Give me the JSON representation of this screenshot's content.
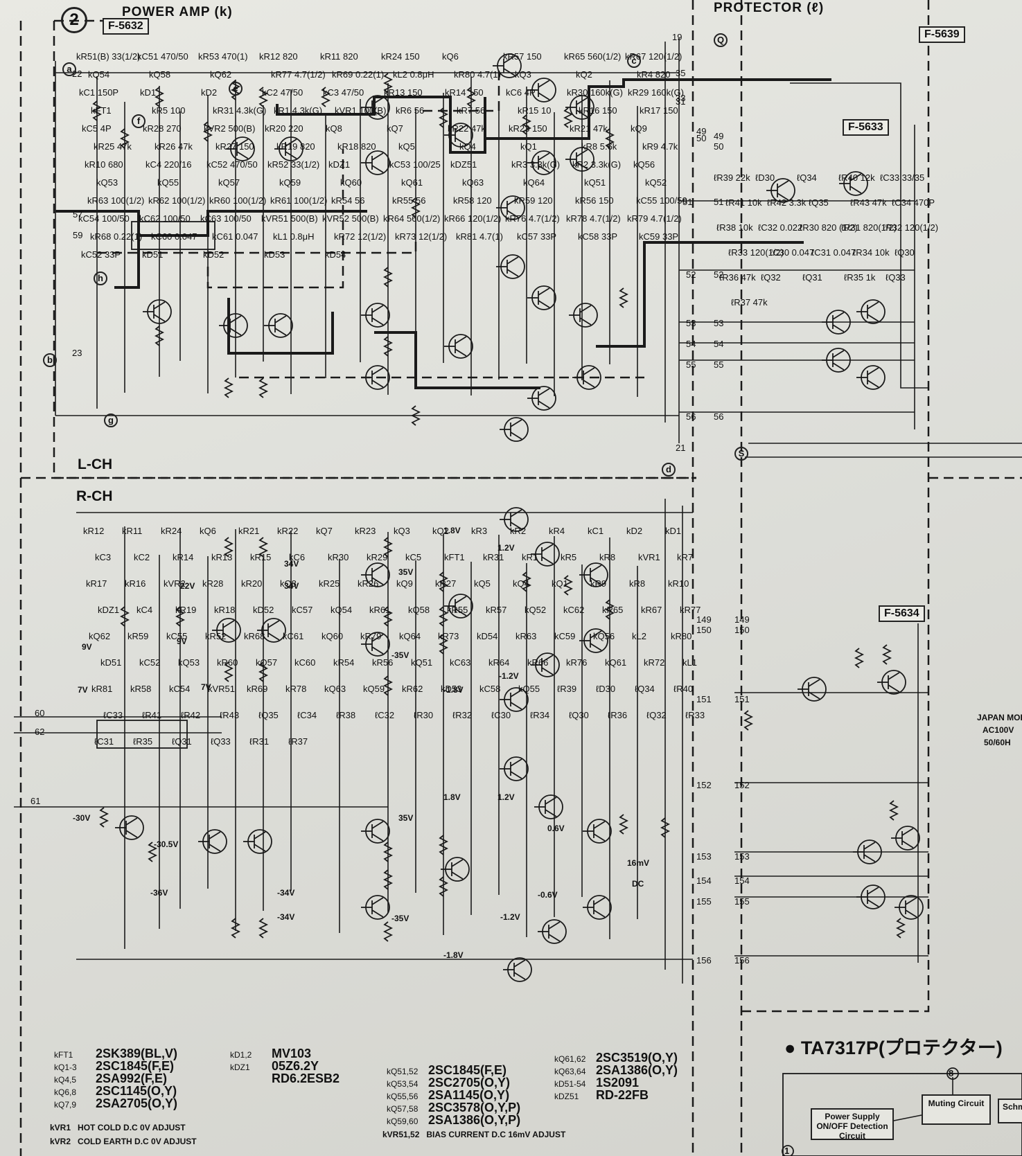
{
  "page_number": "2",
  "titles": {
    "power_amp": "POWER AMP (k)",
    "protector": "PROTECTOR (ℓ)",
    "left_channel": "L-CH",
    "right_channel": "R-CH"
  },
  "boards": {
    "power_amp_board": "F-5632",
    "protector_board_top": "F-5633",
    "protector_board_bottom": "F-5634",
    "right_board": "F-5639"
  },
  "top_part_labels": [
    {
      "t": "kR51(B) 33(1/2)"
    },
    {
      "t": "kC51 470/50"
    },
    {
      "t": "kR53 470(1)"
    },
    {
      "t": "kR12 820"
    },
    {
      "t": "kR11 820"
    },
    {
      "t": "kR24 150"
    },
    {
      "t": "kQ6"
    },
    {
      "t": "kR57 150"
    },
    {
      "t": "kR65 560(1/2)"
    },
    {
      "t": "kR67 120(1/2)"
    },
    {
      "t": "kQ54"
    },
    {
      "t": "kQ58"
    },
    {
      "t": "kQ62"
    },
    {
      "t": "kR77 4.7(1/2)"
    },
    {
      "t": "kR69 0.22(1)"
    },
    {
      "t": "kL2 0.8μH"
    },
    {
      "t": "kR80 4.7(1)"
    },
    {
      "t": "kQ3"
    },
    {
      "t": "kQ2"
    },
    {
      "t": "kR4 820"
    },
    {
      "t": "kC1 150P"
    },
    {
      "t": "kD1"
    },
    {
      "t": "kD2"
    },
    {
      "t": "kC2 47/50"
    },
    {
      "t": "kC3 47/50"
    },
    {
      "t": "kR13 150"
    },
    {
      "t": "kR14 150"
    },
    {
      "t": "kC6 4P"
    },
    {
      "t": "kR30 160k(G)"
    },
    {
      "t": "kR29 160k(G)"
    },
    {
      "t": "kFT1"
    },
    {
      "t": "kR5 100"
    },
    {
      "t": "kR31 4.3k(G)"
    },
    {
      "t": "kR1 4.3k(G)"
    },
    {
      "t": "kVR1 100(B)"
    },
    {
      "t": "kR6 56"
    },
    {
      "t": "kR7 56"
    },
    {
      "t": "kR15 10"
    },
    {
      "t": "kR16 150"
    },
    {
      "t": "kR17 150"
    },
    {
      "t": "kC5 4P"
    },
    {
      "t": "kR28 270"
    },
    {
      "t": "kVR2 500(B)"
    },
    {
      "t": "kR20 220"
    },
    {
      "t": "kQ8"
    },
    {
      "t": "kQ7"
    },
    {
      "t": "kR22 47k"
    },
    {
      "t": "kR23 150"
    },
    {
      "t": "kR21 47k"
    },
    {
      "t": "kQ9"
    },
    {
      "t": "kR25 47k"
    },
    {
      "t": "kR26 47k"
    },
    {
      "t": "kR27 150"
    },
    {
      "t": "kR19 820"
    },
    {
      "t": "kR18 820"
    },
    {
      "t": "kQ5"
    },
    {
      "t": "kQ4"
    },
    {
      "t": "kQ1"
    },
    {
      "t": "kR8 5.6k"
    },
    {
      "t": "kR9 4.7k"
    },
    {
      "t": "kR10 680"
    },
    {
      "t": "kC4 220/16"
    },
    {
      "t": "kC52 470/50"
    },
    {
      "t": "kR52 33(1/2)"
    },
    {
      "t": "kDZ1"
    },
    {
      "t": "kC53 100/25"
    },
    {
      "t": "kDZ51"
    },
    {
      "t": "kR3 3.3k(G)"
    },
    {
      "t": "kR2 3.3k(G)"
    },
    {
      "t": "kQ56"
    },
    {
      "t": "kQ53"
    },
    {
      "t": "kQ55"
    },
    {
      "t": "kQ57"
    },
    {
      "t": "kQ59"
    },
    {
      "t": "kQ60"
    },
    {
      "t": "kQ61"
    },
    {
      "t": "kQ63"
    },
    {
      "t": "kQ64"
    },
    {
      "t": "kQ51"
    },
    {
      "t": "kQ52"
    },
    {
      "t": "kR63 100(1/2)"
    },
    {
      "t": "kR62 100(1/2)"
    },
    {
      "t": "kR60 100(1/2)"
    },
    {
      "t": "kR61 100(1/2)"
    },
    {
      "t": "kR54 56"
    },
    {
      "t": "kR55 56"
    },
    {
      "t": "kR58 120"
    },
    {
      "t": "kR59 120"
    },
    {
      "t": "kR56 150"
    },
    {
      "t": "kC55 100/50"
    },
    {
      "t": "kC54 100/50"
    },
    {
      "t": "kC62 100/50"
    },
    {
      "t": "kC63 100/50"
    },
    {
      "t": "kVR51 500(B)"
    },
    {
      "t": "kVR52 500(B)"
    },
    {
      "t": "kR64 560(1/2)"
    },
    {
      "t": "kR66 120(1/2)"
    },
    {
      "t": "kR76 4.7(1/2)"
    },
    {
      "t": "kR78 4.7(1/2)"
    },
    {
      "t": "kR79 4.7(1/2)"
    },
    {
      "t": "kR68 0.22(1)"
    },
    {
      "t": "kC60 0.047"
    },
    {
      "t": "kC61 0.047"
    },
    {
      "t": "kL1 0.8μH"
    },
    {
      "t": "kR72 12(1/2)"
    },
    {
      "t": "kR73 12(1/2)"
    },
    {
      "t": "kR81 4.7(1)"
    },
    {
      "t": "kC57 33P"
    },
    {
      "t": "kC58 33P"
    },
    {
      "t": "kC59 33P"
    },
    {
      "t": "kC52 33P"
    },
    {
      "t": "kD51"
    },
    {
      "t": "kD52"
    },
    {
      "t": "kD53"
    },
    {
      "t": "kD54"
    }
  ],
  "protector_labels": [
    {
      "t": "ℓR39 22k"
    },
    {
      "t": "ℓD30"
    },
    {
      "t": "ℓQ34"
    },
    {
      "t": "ℓR40 12k"
    },
    {
      "t": "ℓC33 33/35"
    },
    {
      "t": "ℓR41 10k"
    },
    {
      "t": "ℓR42 3.3k"
    },
    {
      "t": "ℓQ35"
    },
    {
      "t": "ℓR43 47k"
    },
    {
      "t": "ℓC34 470P"
    },
    {
      "t": "ℓR38 10k"
    },
    {
      "t": "ℓC32 0.022"
    },
    {
      "t": "ℓR30 820 (1/2)"
    },
    {
      "t": "ℓR31 820(1/2)"
    },
    {
      "t": "ℓR32 120(1/2)"
    },
    {
      "t": "ℓR33 120(1/2)"
    },
    {
      "t": "ℓC30 0.047"
    },
    {
      "t": "ℓC31 0.047"
    },
    {
      "t": "ℓR34 10k"
    },
    {
      "t": "ℓQ30"
    },
    {
      "t": "ℓR36 47k"
    },
    {
      "t": "ℓQ32"
    },
    {
      "t": "ℓQ31"
    },
    {
      "t": "ℓR35 1k"
    },
    {
      "t": "ℓQ33"
    },
    {
      "t": "ℓR37 47k"
    }
  ],
  "bottom_part_labels": [
    {
      "t": "kR12"
    },
    {
      "t": "kR11"
    },
    {
      "t": "kR24"
    },
    {
      "t": "kQ6"
    },
    {
      "t": "kR21"
    },
    {
      "t": "kR22"
    },
    {
      "t": "kQ7"
    },
    {
      "t": "kR23"
    },
    {
      "t": "kQ3"
    },
    {
      "t": "kQ2"
    },
    {
      "t": "kR3"
    },
    {
      "t": "kR2"
    },
    {
      "t": "kR4"
    },
    {
      "t": "kC1"
    },
    {
      "t": "kD2"
    },
    {
      "t": "kD1"
    },
    {
      "t": "kC3"
    },
    {
      "t": "kC2"
    },
    {
      "t": "kR14"
    },
    {
      "t": "kR13"
    },
    {
      "t": "kR15"
    },
    {
      "t": "kC6"
    },
    {
      "t": "kR30"
    },
    {
      "t": "kR29"
    },
    {
      "t": "kC5"
    },
    {
      "t": "kFT1"
    },
    {
      "t": "kR31"
    },
    {
      "t": "kR1"
    },
    {
      "t": "kR5"
    },
    {
      "t": "kR8"
    },
    {
      "t": "kVR1"
    },
    {
      "t": "kR7"
    },
    {
      "t": "kR17"
    },
    {
      "t": "kR16"
    },
    {
      "t": "kVR2"
    },
    {
      "t": "kR28"
    },
    {
      "t": "kR20"
    },
    {
      "t": "kQ8"
    },
    {
      "t": "kR25"
    },
    {
      "t": "kR26"
    },
    {
      "t": "kQ9"
    },
    {
      "t": "kR27"
    },
    {
      "t": "kQ5"
    },
    {
      "t": "kQ4"
    },
    {
      "t": "kQ1"
    },
    {
      "t": "kR9"
    },
    {
      "t": "kR8"
    },
    {
      "t": "kR10"
    },
    {
      "t": "kDZ1"
    },
    {
      "t": "kC4"
    },
    {
      "t": "kR19"
    },
    {
      "t": "kR18"
    },
    {
      "t": "kD52"
    },
    {
      "t": "kC57"
    },
    {
      "t": "kQ54"
    },
    {
      "t": "kR61"
    },
    {
      "t": "kQ58"
    },
    {
      "t": "kR55"
    },
    {
      "t": "kR57"
    },
    {
      "t": "kQ52"
    },
    {
      "t": "kC62"
    },
    {
      "t": "kR65"
    },
    {
      "t": "kR67"
    },
    {
      "t": "kR77"
    },
    {
      "t": "kQ62"
    },
    {
      "t": "kR59"
    },
    {
      "t": "kC55"
    },
    {
      "t": "kR52"
    },
    {
      "t": "kR68"
    },
    {
      "t": "kC61"
    },
    {
      "t": "kQ60"
    },
    {
      "t": "kR79"
    },
    {
      "t": "kQ64"
    },
    {
      "t": "kR73"
    },
    {
      "t": "kD54"
    },
    {
      "t": "kR63"
    },
    {
      "t": "kC59"
    },
    {
      "t": "kQ56"
    },
    {
      "t": "kL2"
    },
    {
      "t": "kR80"
    },
    {
      "t": "kD51"
    },
    {
      "t": "kC52"
    },
    {
      "t": "kQ53"
    },
    {
      "t": "kR60"
    },
    {
      "t": "kQ57"
    },
    {
      "t": "kC60"
    },
    {
      "t": "kR54"
    },
    {
      "t": "kR56"
    },
    {
      "t": "kQ51"
    },
    {
      "t": "kC63"
    },
    {
      "t": "kR64"
    },
    {
      "t": "kR66"
    },
    {
      "t": "kR76"
    },
    {
      "t": "kQ61"
    },
    {
      "t": "kR72"
    },
    {
      "t": "kL1"
    },
    {
      "t": "kR81"
    },
    {
      "t": "kR58"
    },
    {
      "t": "kC54"
    },
    {
      "t": "kVR51"
    },
    {
      "t": "kR69"
    },
    {
      "t": "kR78"
    },
    {
      "t": "kQ63"
    },
    {
      "t": "kQ59"
    },
    {
      "t": "kR62"
    },
    {
      "t": "kD53"
    },
    {
      "t": "kC58"
    },
    {
      "t": "kQ55"
    },
    {
      "t": "ℓR39"
    },
    {
      "t": "ℓD30"
    },
    {
      "t": "ℓQ34"
    },
    {
      "t": "ℓR40"
    },
    {
      "t": "ℓC33"
    },
    {
      "t": "ℓR41"
    },
    {
      "t": "ℓR42"
    },
    {
      "t": "ℓR43"
    },
    {
      "t": "ℓQ35"
    },
    {
      "t": "ℓC34"
    },
    {
      "t": "ℓR38"
    },
    {
      "t": "ℓC32"
    },
    {
      "t": "ℓR30"
    },
    {
      "t": "ℓR32"
    },
    {
      "t": "ℓC30"
    },
    {
      "t": "ℓR34"
    },
    {
      "t": "ℓQ30"
    },
    {
      "t": "ℓR36"
    },
    {
      "t": "ℓQ32"
    },
    {
      "t": "ℓR33"
    },
    {
      "t": "ℓC31"
    },
    {
      "t": "ℓR35"
    },
    {
      "t": "ℓQ31"
    },
    {
      "t": "ℓQ33"
    },
    {
      "t": "ℓR31"
    },
    {
      "t": "ℓR37"
    }
  ],
  "voltages": [
    "22V",
    "34V",
    "34V",
    "35V",
    "-35V",
    "9V",
    "9V",
    "7V",
    "7V",
    "-30V",
    "-30.5V",
    "-36V",
    "-34V",
    "-34V",
    "35V",
    "-35V",
    "1.8V",
    "1.2V",
    "-1.8V",
    "-1.2V",
    "1.8V",
    "1.2V",
    "0.6V",
    "-0.6V",
    "-1.2V",
    "-1.8V",
    "DC",
    "16mV"
  ],
  "pins": [
    "19",
    "22",
    "23",
    "57",
    "59",
    "50",
    "49",
    "35",
    "33",
    "31",
    "51",
    "52",
    "53",
    "54",
    "55",
    "56",
    "21",
    "60",
    "62",
    "61",
    "149",
    "150",
    "151",
    "152",
    "153",
    "154",
    "155",
    "156",
    "49",
    "50",
    "51",
    "52",
    "53",
    "54",
    "55",
    "56",
    "149",
    "150",
    "151",
    "152",
    "153",
    "154",
    "155",
    "156"
  ],
  "terminals": {
    "a": "a",
    "b": "b",
    "c": "c",
    "d": "d",
    "e": "e",
    "f": "f",
    "g": "g",
    "h": "h",
    "q": "Q",
    "s": "S"
  },
  "japan_note": [
    "JAPAN MODE",
    "AC100V",
    "50/60H"
  ],
  "protector_ic": "TA7317P(プロテクター)",
  "block_diagram": {
    "pin_b": "8",
    "pin_1": "1",
    "power_supply": "Power Supply ON/OFF Detection Circuit",
    "muting": "Muting Circuit",
    "schmitt": "Schmi"
  },
  "legend": [
    {
      "ref": "kFT1",
      "part": "2SK389(BL,V)"
    },
    {
      "ref": "kQ1-3",
      "part": "2SC1845(F,E)"
    },
    {
      "ref": "kQ4,5",
      "part": "2SA992(F,E)"
    },
    {
      "ref": "kQ6,8",
      "part": "2SC1145(O,Y)"
    },
    {
      "ref": "kQ7,9",
      "part": "2SA2705(O,Y)"
    },
    {
      "ref": "kD1,2",
      "part": "MV103"
    },
    {
      "ref": "kDZ1",
      "part": "05Z6.2Y"
    },
    {
      "ref": "",
      "part": "RD6.2ESB2"
    },
    {
      "ref": "kQ51,52",
      "part": "2SC1845(F,E)"
    },
    {
      "ref": "kQ53,54",
      "part": "2SC2705(O,Y)"
    },
    {
      "ref": "kQ55,56",
      "part": "2SA1145(O,Y)"
    },
    {
      "ref": "kQ57,58",
      "part": "2SC3578(O,Y,P)"
    },
    {
      "ref": "kQ59,60",
      "part": "2SA1386(O,Y,P)"
    },
    {
      "ref": "kQ61,62",
      "part": "2SC3519(O,Y)"
    },
    {
      "ref": "kQ63,64",
      "part": "2SA1386(O,Y)"
    },
    {
      "ref": "kD51-54",
      "part": "1S2091"
    },
    {
      "ref": "kDZ51",
      "part": "RD-22FB"
    }
  ],
  "adjustments": [
    {
      "ref": "kVR1",
      "text": "HOT COLD D.C 0V ADJUST"
    },
    {
      "ref": "kVR2",
      "text": "COLD EARTH D.C 0V ADJUST"
    },
    {
      "ref": "kVR51,52",
      "text": "BIAS CURRENT D.C 16mV ADJUST"
    }
  ],
  "colors": {
    "ink": "#1a1a1a",
    "paper": "#e4e4de"
  }
}
